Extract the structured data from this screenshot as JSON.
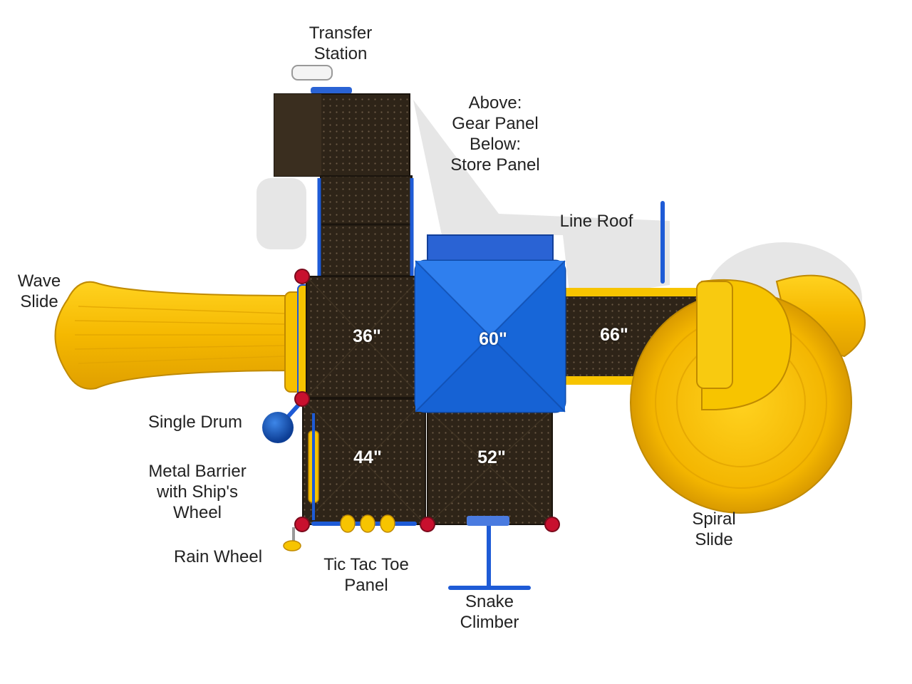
{
  "labels": {
    "transfer_station": [
      "Transfer",
      "Station"
    ],
    "gear_store_panel": [
      "Above:",
      "Gear Panel",
      "Below:",
      "Store Panel"
    ],
    "line_roof": [
      "Line Roof"
    ],
    "wave_slide": [
      "Wave",
      "Slide"
    ],
    "single_drum": [
      "Single Drum"
    ],
    "metal_barrier": [
      "Metal Barrier",
      "with Ship's",
      "Wheel"
    ],
    "rain_wheel": [
      "Rain Wheel"
    ],
    "tic_tac_toe": [
      "Tic Tac Toe",
      "Panel"
    ],
    "snake_climber": [
      "Snake",
      "Climber"
    ],
    "spiral_slide": [
      "Spiral",
      "Slide"
    ]
  },
  "deck_heights": {
    "deck_36": "36\"",
    "deck_60": "60\"",
    "deck_66": "66\"",
    "deck_44": "44\"",
    "deck_52": "52\""
  },
  "colors": {
    "deck": "#2e2418",
    "roof": "#1f6fe0",
    "slide": "#f7c300",
    "post_cap": "#c8102e",
    "rail": "#1e5bd6"
  }
}
